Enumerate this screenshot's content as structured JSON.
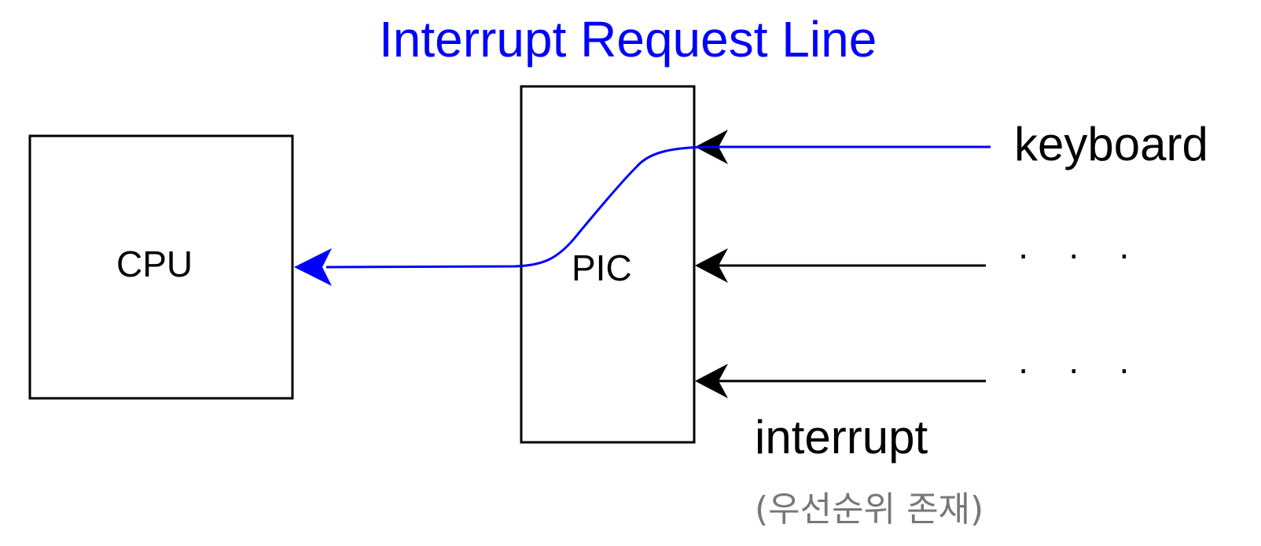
{
  "title": "Interrupt Request Line",
  "nodes": {
    "cpu": "CPU",
    "pic": "PIC"
  },
  "sources": {
    "keyboard": "keyboard",
    "ellipsis_1": "· · ·",
    "ellipsis_2": "· · ·"
  },
  "labels": {
    "interrupt": "interrupt",
    "priority_note": "(우선순위 존재)"
  },
  "colors": {
    "highlight": "#0000ff",
    "line": "#000000",
    "note": "#777777"
  }
}
